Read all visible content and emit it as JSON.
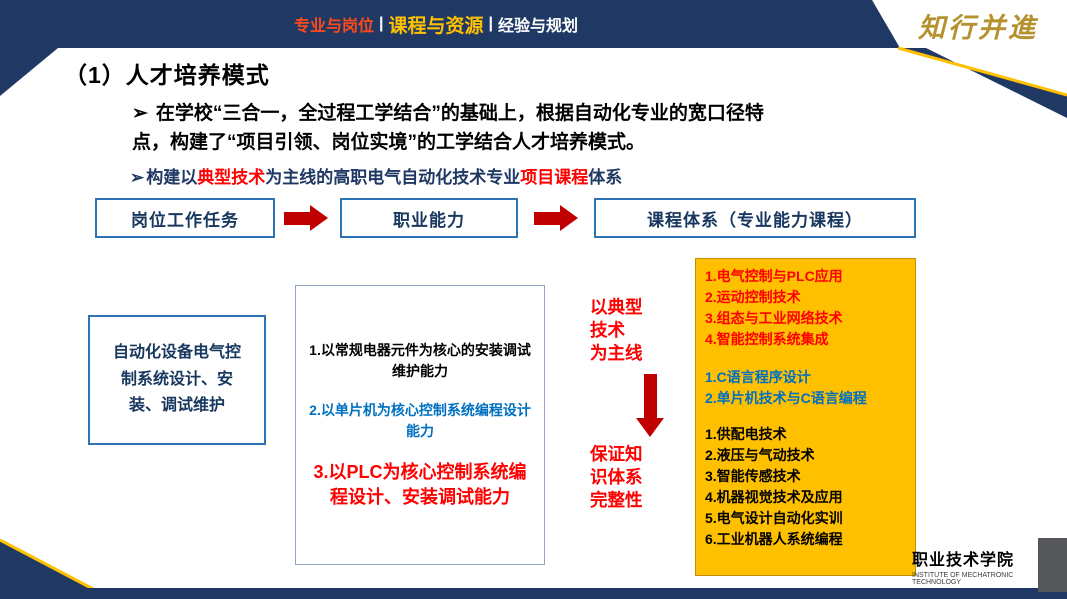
{
  "theme": {
    "navy": "#1f3864",
    "gold": "#ffc000",
    "dark_red_arrow": "#c00000",
    "red_text": "#ff0000",
    "blue_text": "#0070c0",
    "orange_red_nav": "#ff4a19",
    "box_border_blue": "#2e74b5",
    "corner_gray": "#56575b"
  },
  "header": {
    "nav_item_1": "专业与岗位",
    "nav_sep_1": "|",
    "nav_item_2": "课程与资源",
    "nav_sep_2": "|",
    "nav_item_3": "经验与规划",
    "logo_text": "知行并進"
  },
  "slide": {
    "title": "（1）人才培养模式",
    "bullet1": {
      "marker": "➢",
      "text": "在学校“三合一，全过程工学结合”的基础上，根据自动化专业的宽口径特点，构建了“项目引领、岗位实境”的工学结合人才培养模式。"
    },
    "bullet2": {
      "marker": "➢",
      "seg1": "构建以",
      "seg2": "典型技术",
      "seg3": "为主线的高职电气自动化技术专业",
      "seg4": "项目课程",
      "seg5": "体系"
    },
    "flow": {
      "box1": "岗位工作任务",
      "box2": "职业能力",
      "box3": "课程体系（专业能力课程）"
    },
    "job_box": "自动化设备电气控制系统设计、安装、调试维护",
    "ability_box": {
      "item1": "1.以常规电器元件为核心的安装调试维护能力",
      "item2": "2.以单片机为核心控制系统编程设计能力",
      "item3": "3.以PLC为核心控制系统编程设计、安装调试能力"
    },
    "middle_labels": {
      "top": [
        "以典型",
        "技术",
        "为主线"
      ],
      "bottom": [
        "保证知",
        "识体系",
        "完整性"
      ]
    },
    "course_box": {
      "plc_group": [
        "1.电气控制与PLC应用",
        "2.运动控制技术",
        "3.组态与工业网络技术",
        "4.智能控制系统集成"
      ],
      "c_group": [
        "1.C语言程序设计",
        "2.单片机技术与C语言编程"
      ],
      "base_group": [
        "1.供配电技术",
        "2.液压与气动技术",
        "3.智能传感技术",
        "4.机器视觉技术及应用",
        "5.电气设计自动化实训",
        "6.工业机器人系统编程"
      ]
    }
  },
  "footer": {
    "college_cn": "职业技术学院",
    "college_en": "INSTITUTE OF MECHATRONIC TECHNOLOGY"
  }
}
